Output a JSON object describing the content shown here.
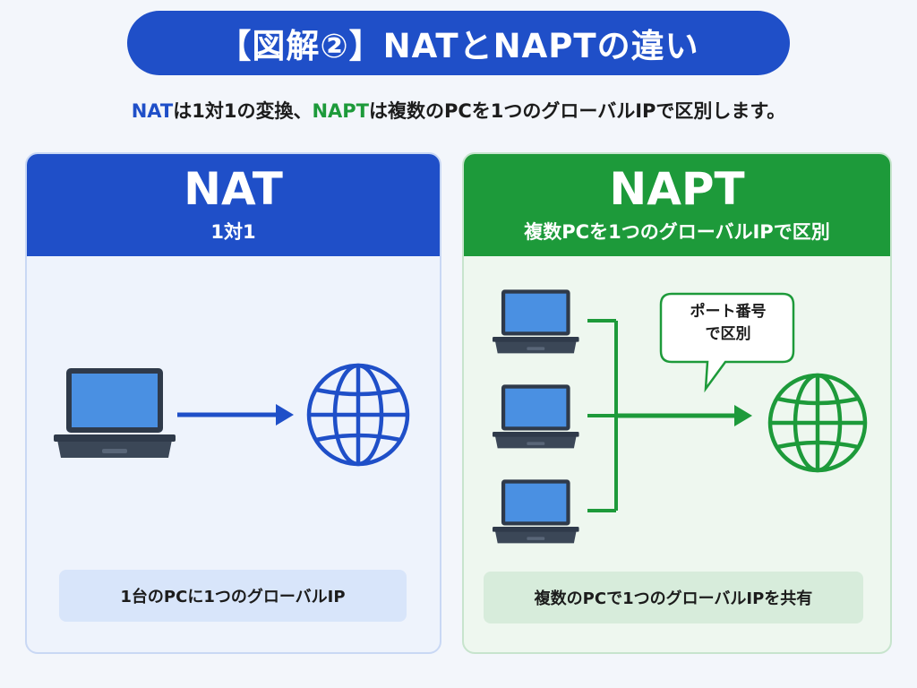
{
  "title": "【図解②】NATとNAPTの違い",
  "subtitle": {
    "part1": "NAT",
    "part2": "は1対1の変換、",
    "part3": "NAPT",
    "part4": "は複数のPCを1つのグローバルIPで区別します。"
  },
  "nat_panel": {
    "title": "NAT",
    "subtitle": "1対1",
    "note": "1台のPCに1つのグローバルIP"
  },
  "napt_panel": {
    "title": "NAPT",
    "subtitle": "複数PCを1つのグローバルIPで区別",
    "bubble_line1": "ポート番号",
    "bubble_line2": "で区別",
    "note": "複数のPCで1つのグローバルIPを共有"
  },
  "colors": {
    "nat_blue": "#1f4fc8",
    "napt_green": "#1d9a3a"
  },
  "icons": [
    "laptop-icon",
    "globe-icon",
    "arrow-icon"
  ]
}
